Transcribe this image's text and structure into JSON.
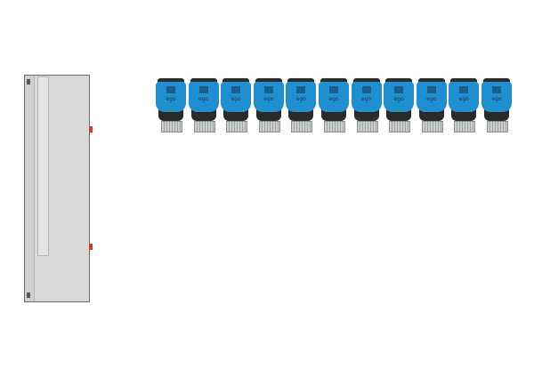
{
  "title": "Distribution cabinet with valve actuators",
  "actuator_logo": "ego",
  "actuator_count": 11,
  "colors": {
    "actuator_blue": "#1f8fd0",
    "actuator_body": "#2a2a2a",
    "cabinet": "#d9d9d9",
    "cabinet_tab": "#d23a2a"
  }
}
